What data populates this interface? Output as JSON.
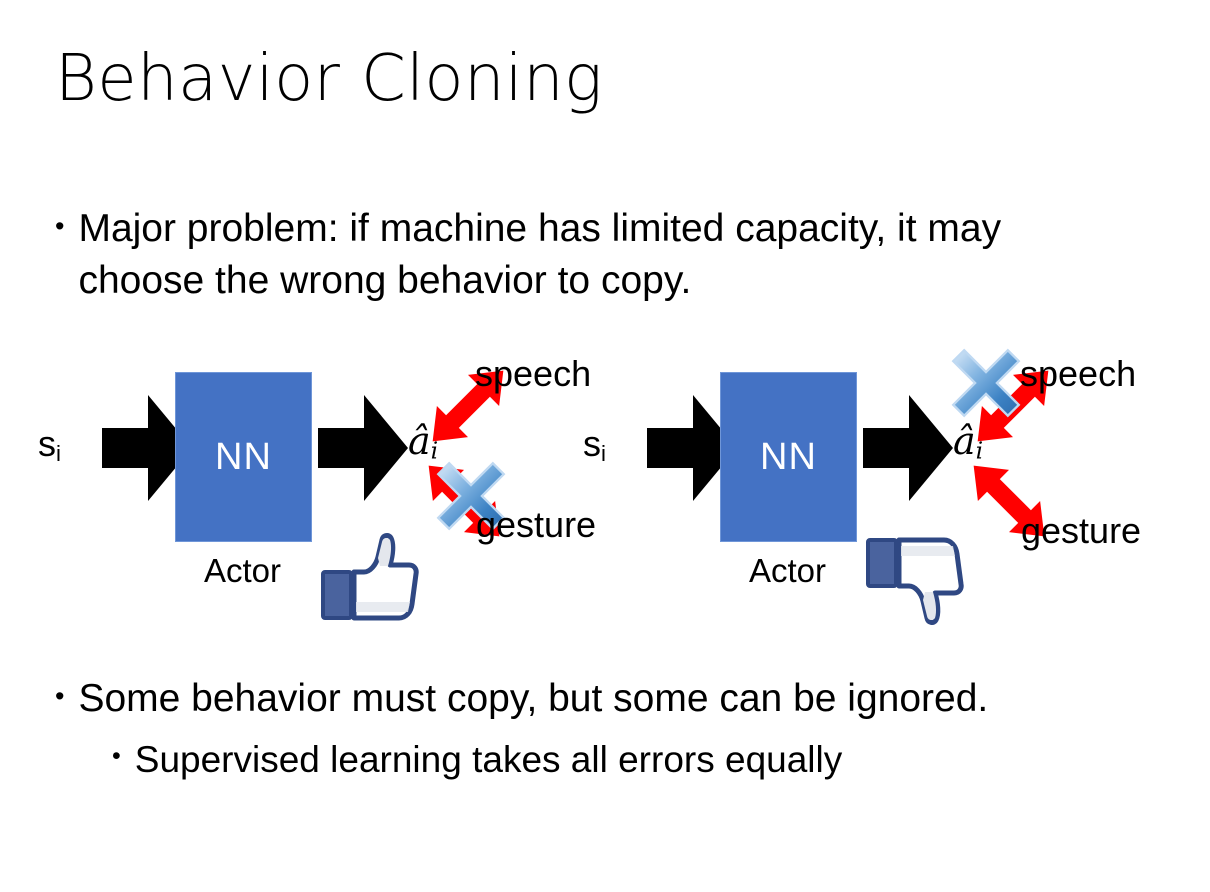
{
  "slide": {
    "title": "Behavior Cloning",
    "background_color": "#FFFFFF",
    "bullets": [
      {
        "marker": "•",
        "level": 1,
        "text": "Major problem: if machine has limited capacity, it may choose the wrong behavior to copy."
      },
      {
        "marker": "•",
        "level": 1,
        "text": "Some behavior must copy, but some can be ignored."
      },
      {
        "marker": "•",
        "level": 2,
        "text": "Supervised learning takes all errors equally"
      }
    ]
  },
  "colors": {
    "nn_box_fill": "#4472C4",
    "nn_box_border": "#6F96D8",
    "arrow_black": "#000000",
    "arrow_red": "#FF0000",
    "x_blue_light": "#CFE2F7",
    "x_blue_mid": "#5B9BD5",
    "x_blue_dark": "#2E75B6",
    "thumb_navy": "#3B5998",
    "thumb_fill": "#FFFFFF",
    "thumb_shade": "#E3E6EC",
    "text": "#000000"
  },
  "diagrams": [
    {
      "id": "left",
      "input_label": "s",
      "input_subscript": "i",
      "box_label": "NN",
      "box_caption": "Actor",
      "output_label": "â",
      "output_subscript": "i",
      "branches": [
        {
          "name": "speech",
          "label": "speech",
          "direction": "up-right",
          "crossed_out": false
        },
        {
          "name": "gesture",
          "label": "gesture",
          "direction": "down-right",
          "crossed_out": true
        }
      ],
      "verdict_icon": "thumbs-up",
      "cross_icon": "blue-x"
    },
    {
      "id": "right",
      "input_label": "s",
      "input_subscript": "i",
      "box_label": "NN",
      "box_caption": "Actor",
      "output_label": "â",
      "output_subscript": "i",
      "branches": [
        {
          "name": "speech",
          "label": "speech",
          "direction": "up-right",
          "crossed_out": true
        },
        {
          "name": "gesture",
          "label": "gesture",
          "direction": "down-right",
          "crossed_out": false
        }
      ],
      "verdict_icon": "thumbs-down",
      "cross_icon": "blue-x"
    }
  ]
}
